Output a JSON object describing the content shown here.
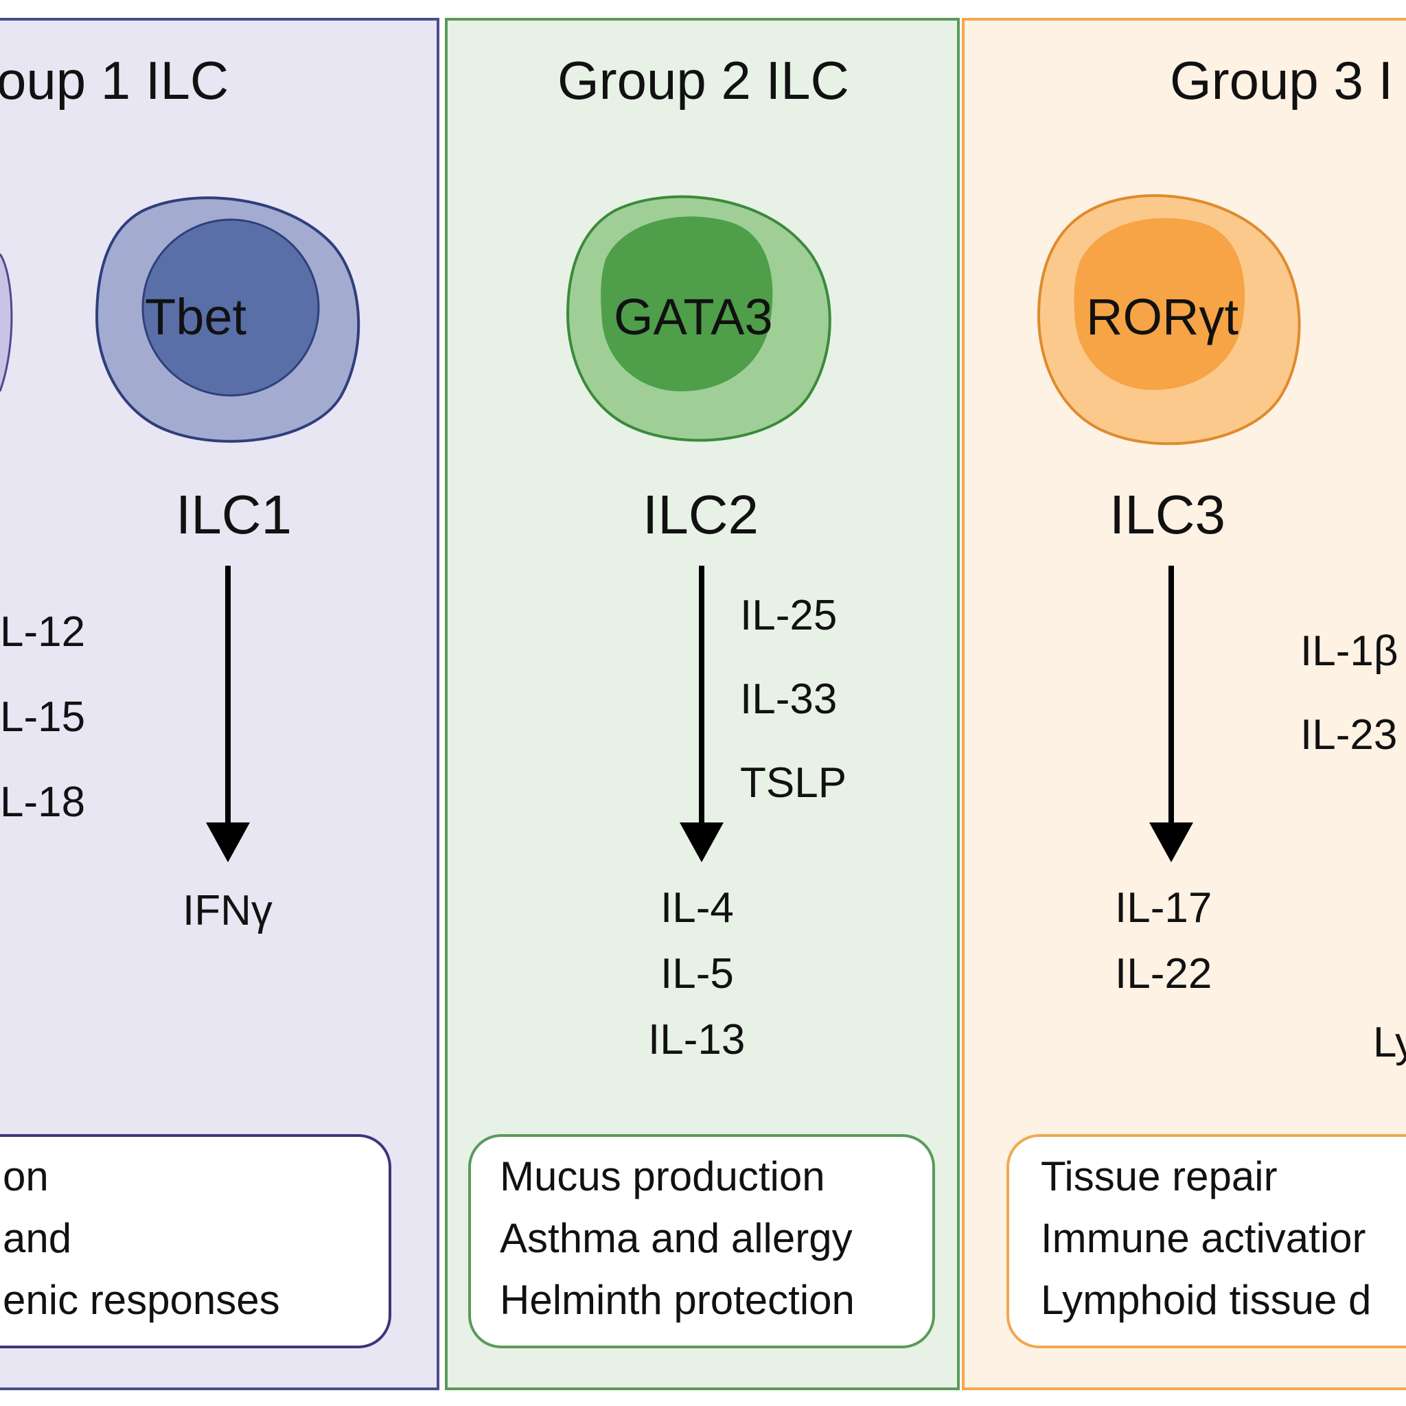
{
  "colors": {
    "group1_border": "#4a4c8c",
    "group1_fill": "#e8e6f3",
    "group2_border": "#5a9a5a",
    "group2_fill": "#e7f1e6",
    "group3_border": "#f0a84e",
    "group3_fill": "#fdf2e4"
  },
  "group1": {
    "title": "oup 1 ILC",
    "cell": {
      "transcription_factor": "Tbet",
      "label": "ILC1"
    },
    "cytokines": [
      "L-12",
      "L-15",
      "L-18"
    ],
    "output": "IFNγ",
    "functions": [
      "on",
      "and",
      "enic responses"
    ]
  },
  "group2": {
    "title": "Group 2 ILC",
    "cell": {
      "transcription_factor": "GATA3",
      "label": "ILC2"
    },
    "cytokines": [
      "IL-25",
      "IL-33",
      "TSLP"
    ],
    "outputs": [
      "IL-4",
      "IL-5",
      "IL-13"
    ],
    "functions": [
      "Mucus production",
      "Asthma and allergy",
      "Helminth protection"
    ]
  },
  "group3": {
    "title": "Group 3 I",
    "cell": {
      "transcription_factor": "RORγt",
      "label": "ILC3"
    },
    "cytokines": [
      "IL-1β",
      "IL-23"
    ],
    "outputs": [
      "IL-17",
      "IL-22"
    ],
    "partial_output": "Ly",
    "functions": [
      "Tissue repair",
      "Immune activatior",
      "Lymphoid tissue d"
    ]
  }
}
